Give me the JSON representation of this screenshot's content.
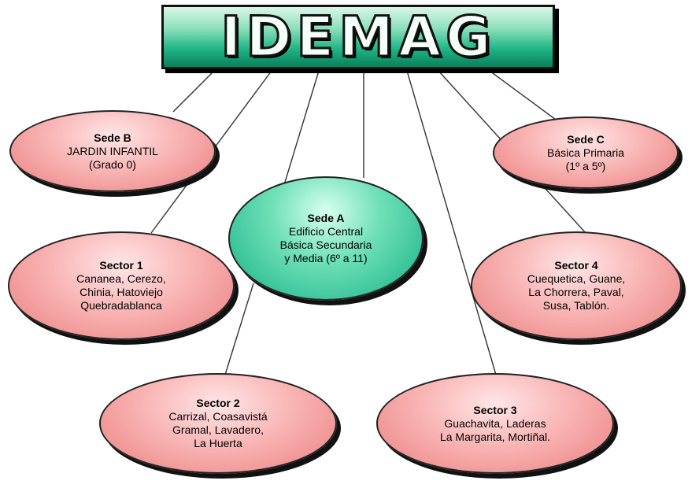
{
  "title": "IDEMAG",
  "nodes": {
    "sede_b": {
      "head": "Sede B",
      "lines": [
        "JARDIN INFANTIL",
        "(Grado 0)"
      ]
    },
    "sede_c": {
      "head": "Sede C",
      "lines": [
        "Básica Primaria",
        "(1º a 5º)"
      ]
    },
    "sede_a": {
      "head": "Sede A",
      "lines": [
        "Edificio Central",
        "Básica Secundaria",
        "y Media (6º a 11)"
      ]
    },
    "sector_1": {
      "head": "Sector 1",
      "lines": [
        "Cananea, Cerezo,",
        "Chinia, Hatoviejo",
        "Quebradablanca"
      ]
    },
    "sector_4": {
      "head": "Sector 4",
      "lines": [
        "Cuequetica, Guane,",
        "La Chorrera, Paval,",
        "Susa, Tablón."
      ]
    },
    "sector_2": {
      "head": "Sector 2",
      "lines": [
        "Carrizal, Coasavistá",
        "Gramal, Lavadero,",
        "La Huerta"
      ]
    },
    "sector_3": {
      "head": "Sector 3",
      "lines": [
        "Guachavita, Laderas",
        "La Margarita, Mortiñal."
      ]
    }
  },
  "colors": {
    "pink_node": "#f9b4b4",
    "green_node": "#16b083",
    "title_fill": "#1fb585",
    "connector": "#333333"
  }
}
